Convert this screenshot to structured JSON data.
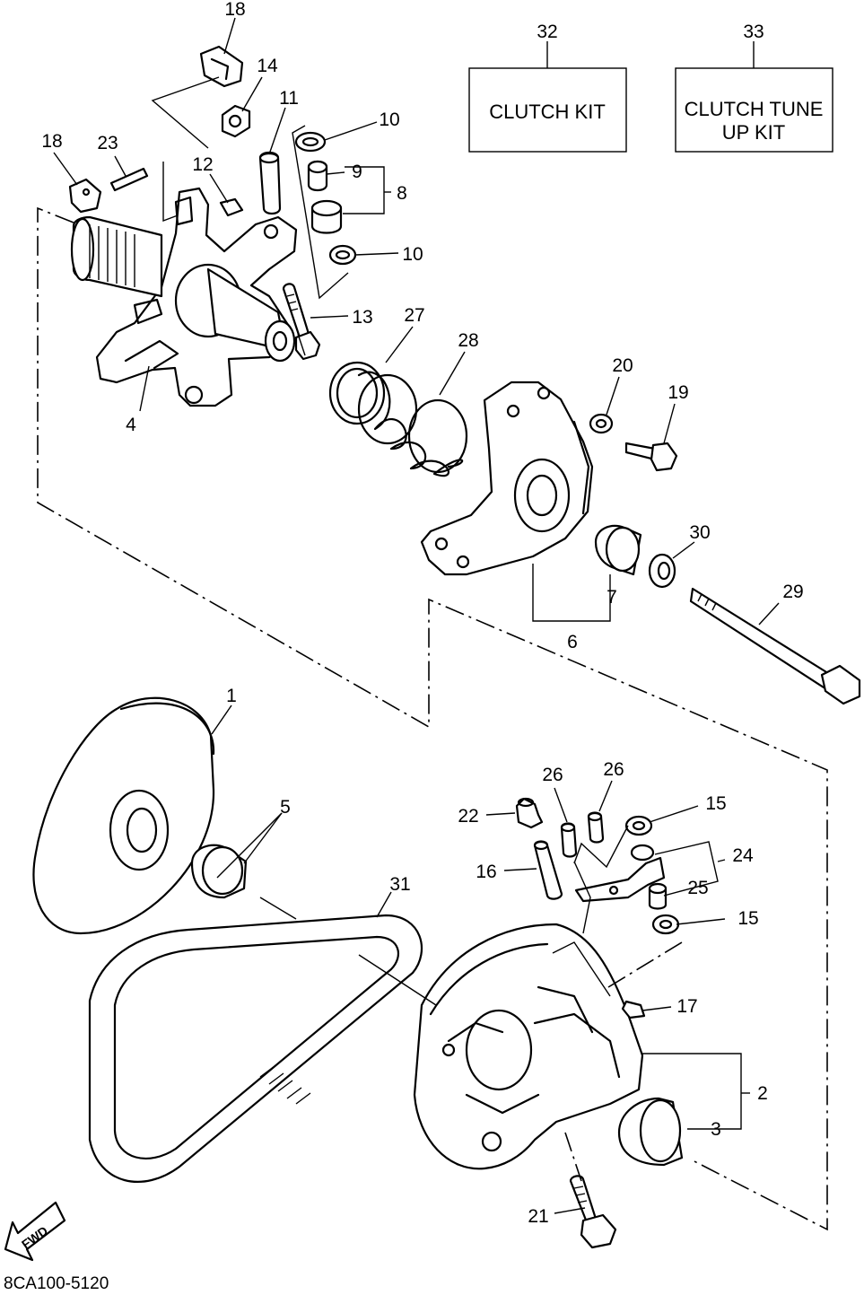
{
  "parts": {
    "p1": "1",
    "p2": "2",
    "p3": "3",
    "p4": "4",
    "p5": "5",
    "p6": "6",
    "p7": "7",
    "p8": "8",
    "p9": "9",
    "p10a": "10",
    "p10b": "10",
    "p11": "11",
    "p12": "12",
    "p13": "13",
    "p14": "14",
    "p15a": "15",
    "p15b": "15",
    "p16": "16",
    "p17": "17",
    "p18a": "18",
    "p18b": "18",
    "p19": "19",
    "p20": "20",
    "p21": "21",
    "p22": "22",
    "p23": "23",
    "p24": "24",
    "p25": "25",
    "p26a": "26",
    "p26b": "26",
    "p27": "27",
    "p28": "28",
    "p29": "29",
    "p30": "30",
    "p31": "31",
    "p32": "32",
    "p33": "33"
  },
  "kits": {
    "clutch_kit": "CLUTCH KIT",
    "tune_up_line1": "CLUTCH TUNE",
    "tune_up_line2": "UP KIT"
  },
  "fwd_arrow": "FWD",
  "diagram_code": "8CA100-5120"
}
